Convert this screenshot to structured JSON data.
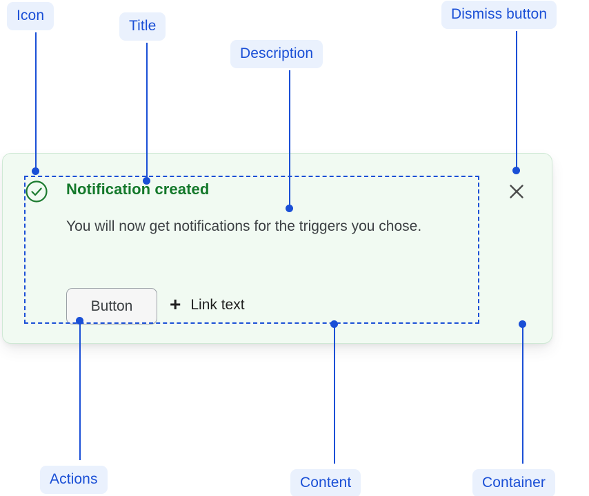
{
  "colors": {
    "annotation_blue": "#1a4fd6",
    "annotation_pill_bg": "#eaf1fd",
    "card_bg": "#f1faf2",
    "card_border": "#cfe9d5",
    "success_green": "#13782a",
    "body_text": "#3c4043",
    "button_border": "#9aa0a6",
    "button_bg": "#f6f6f6"
  },
  "annotations": {
    "icon": {
      "label": "Icon"
    },
    "title": {
      "label": "Title"
    },
    "description": {
      "label": "Description"
    },
    "dismiss": {
      "label": "Dismiss button"
    },
    "actions": {
      "label": "Actions"
    },
    "content": {
      "label": "Content"
    },
    "container": {
      "label": "Container"
    }
  },
  "notification": {
    "icon_name": "check-circle-icon",
    "title": "Notification created",
    "description": "You will now get notifications for the triggers you chose.",
    "actions": {
      "button_label": "Button",
      "link_icon": "plus-icon",
      "link_plus": "+",
      "link_label": "Link text"
    },
    "dismiss_icon": "close-icon"
  }
}
